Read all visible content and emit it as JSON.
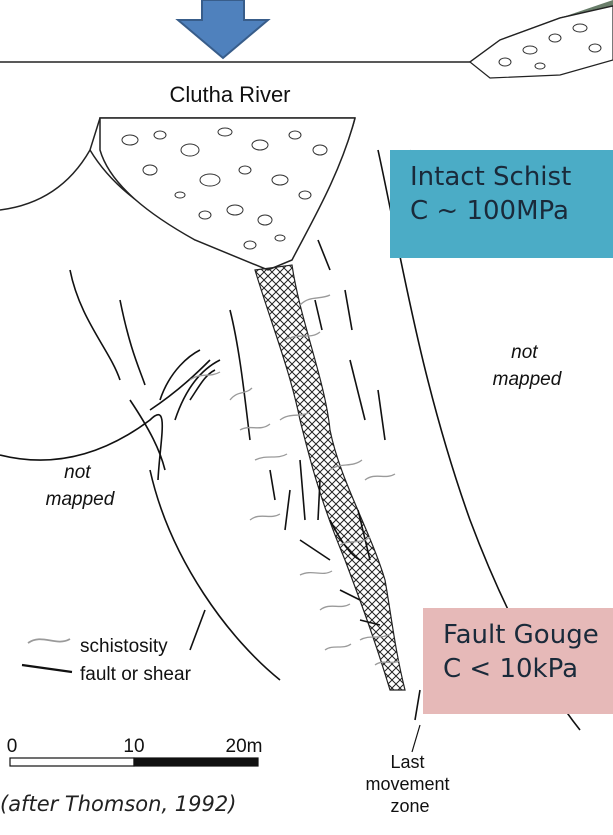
{
  "labels": {
    "river": "Clutha River",
    "not_mapped_right": [
      "not",
      "mapped"
    ],
    "not_mapped_left": [
      "not",
      "mapped"
    ],
    "last_movement": [
      "Last",
      "movement",
      "zone"
    ]
  },
  "legend": {
    "schistosity": "schistosity",
    "fault": "fault or shear"
  },
  "scale": {
    "ticks": [
      "0",
      "10",
      "20m"
    ]
  },
  "boxes": {
    "intact": {
      "line1": "Intact Schist",
      "line2": "C ~ 100MPa",
      "color": "#4bacc6"
    },
    "gouge": {
      "line1": "Fault Gouge",
      "line2": "C < 10kPa",
      "color": "#e6b9b8"
    }
  },
  "citation": "(after Thomson, 1992)",
  "colors": {
    "sky_top": "#3a5a5a",
    "arrow_fill": "#4f81bd",
    "arrow_stroke": "#385d8a",
    "schistosity_line": "#9a9a9a",
    "fault_line": "#111111"
  }
}
